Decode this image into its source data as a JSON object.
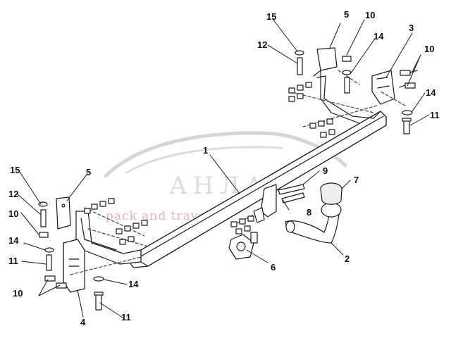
{
  "callouts": {
    "c1": "1",
    "c2": "2",
    "c3": "3",
    "c4": "4",
    "c5a": "5",
    "c5b": "5",
    "c6": "6",
    "c7": "7",
    "c8": "8",
    "c9": "9",
    "c10a": "10",
    "c10b": "10",
    "c10c": "10",
    "c10d": "10",
    "c11a": "11",
    "c11b": "11",
    "c11c": "11",
    "c12a": "12",
    "c12b": "12",
    "c14a": "14",
    "c14b": "14",
    "c14c": "14",
    "c14d": "14",
    "c15a": "15",
    "c15b": "15"
  },
  "watermark": {
    "brand": "АНЛА",
    "tagline": "pack and travel",
    "brand_color": "#d9d9d9",
    "tagline_color": "#e8b4b4"
  },
  "colors": {
    "line": "#1a1a1a",
    "accent_ball": "#e8e8e8"
  }
}
